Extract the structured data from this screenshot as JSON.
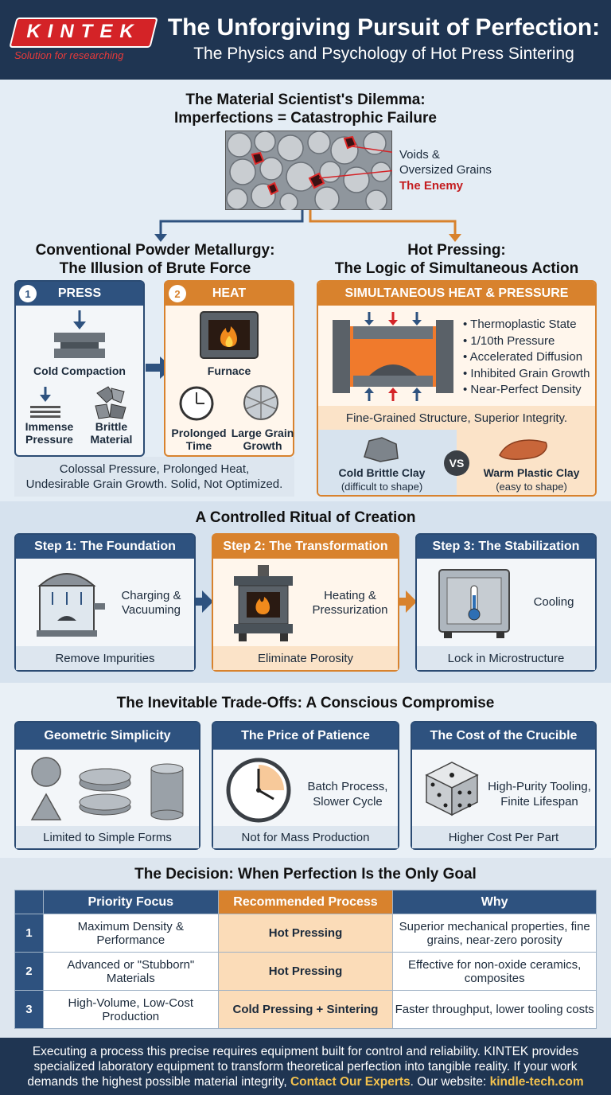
{
  "header": {
    "logo": "KINTEK",
    "tagline": "Solution for researching",
    "title": "The Unforgiving Pursuit of Perfection:",
    "subtitle": "The Physics and Psychology of Hot Press Sintering"
  },
  "dilemma": {
    "title_line1": "The Material Scientist's Dilemma:",
    "title_line2": "Imperfections = Catastrophic Failure",
    "label_line1": "Voids &",
    "label_line2": "Oversized Grains",
    "enemy": "The Enemy"
  },
  "conventional": {
    "title_line1": "Conventional Powder Metallurgy:",
    "title_line2": "The Illusion of Brute Force",
    "press": {
      "num": "1",
      "head": "PRESS",
      "main": "Cold Compaction",
      "a": "Immense Pressure",
      "b": "Brittle Material"
    },
    "heat": {
      "num": "2",
      "head": "HEAT",
      "main": "Furnace",
      "a": "Prolonged Time",
      "b": "Large Grain Growth"
    },
    "summary_line1": "Colossal Pressure, Prolonged Heat,",
    "summary_line2": "Undesirable Grain Growth. Solid, Not Optimized."
  },
  "hot_pressing": {
    "title_line1": "Hot Pressing:",
    "title_line2": "The Logic of Simultaneous Action",
    "head": "SIMULTANEOUS HEAT & PRESSURE",
    "bullets": [
      "Thermoplastic State",
      "1/10th Pressure",
      "Accelerated Diffusion",
      "Inhibited Grain Growth",
      "Near-Perfect Density"
    ],
    "summary": "Fine-Grained Structure, Superior Integrity.",
    "cold_title": "Cold Brittle Clay",
    "cold_sub": "(difficult to shape)",
    "vs": "VS",
    "warm_title": "Warm Plastic Clay",
    "warm_sub": "(easy to shape)"
  },
  "ritual": {
    "title": "A Controlled Ritual of Creation",
    "steps": [
      {
        "head": "Step 1: The Foundation",
        "text_line1": "Charging &",
        "text_line2": "Vacuuming",
        "foot": "Remove Impurities"
      },
      {
        "head": "Step 2: The Transformation",
        "text_line1": "Heating &",
        "text_line2": "Pressurization",
        "foot": "Eliminate Porosity"
      },
      {
        "head": "Step 3: The Stabilization",
        "text_line1": "Cooling",
        "text_line2": "",
        "foot": "Lock in Microstructure"
      }
    ]
  },
  "tradeoffs": {
    "title": "The Inevitable Trade-Offs: A Conscious Compromise",
    "cards": [
      {
        "head": "Geometric Simplicity",
        "text_line1": "",
        "text_line2": "",
        "foot": "Limited to Simple Forms"
      },
      {
        "head": "The Price of Patience",
        "text_line1": "Batch Process,",
        "text_line2": "Slower Cycle",
        "foot": "Not for Mass Production"
      },
      {
        "head": "The Cost of the Crucible",
        "text_line1": "High-Purity Tooling,",
        "text_line2": "Finite Lifespan",
        "foot": "Higher Cost Per Part"
      }
    ]
  },
  "decision": {
    "title": "The Decision: When Perfection Is the Only Goal",
    "columns": [
      "Priority Focus",
      "Recommended Process",
      "Why"
    ],
    "rows": [
      {
        "num": "1",
        "priority": "Maximum Density & Performance",
        "process": "Hot Pressing",
        "why": "Superior mechanical properties, fine grains, near-zero porosity"
      },
      {
        "num": "2",
        "priority": "Advanced or \"Stubborn\" Materials",
        "process": "Hot Pressing",
        "why": "Effective for non-oxide ceramics, composites"
      },
      {
        "num": "3",
        "priority": "High-Volume, Low-Cost Production",
        "process": "Cold Pressing + Sintering",
        "why": "Faster throughput, lower tooling costs"
      }
    ]
  },
  "footer": {
    "text1": "Executing a process this precise requires equipment built for control and reliability. KINTEK provides specialized laboratory equipment to transform theoretical perfection into tangible reality. If your work demands the highest possible material integrity,",
    "cta": "Contact Our Experts",
    "text2": ". Our website:",
    "site": "kindle-tech.com"
  },
  "colors": {
    "navy": "#1f3552",
    "blue": "#2e527f",
    "orange": "#d8822d",
    "red": "#d42327"
  }
}
